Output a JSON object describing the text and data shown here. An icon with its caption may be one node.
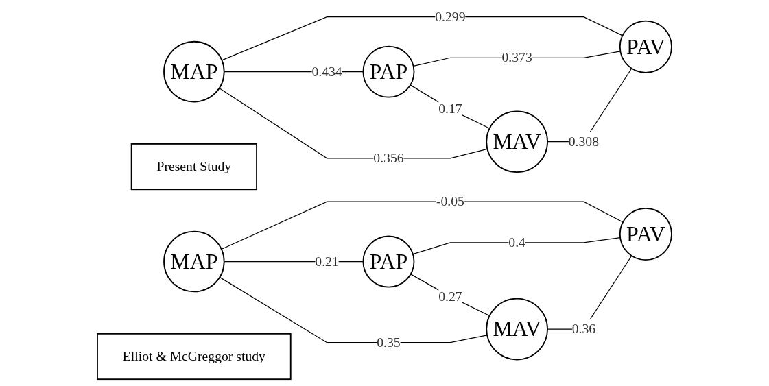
{
  "diagram": {
    "nodes": [
      {
        "text": [
          "MAP"
        ]
      },
      {
        "text": [
          "PAP"
        ]
      },
      {
        "text": [
          "MAV"
        ]
      },
      {
        "text": [
          "PAV"
        ]
      },
      {
        "text": [
          "Present Study"
        ]
      },
      {
        "text": [
          "MAP"
        ]
      },
      {
        "text": [
          "PAP"
        ]
      },
      {
        "text": [
          "MAV"
        ]
      },
      {
        "text": [
          "PAV"
        ]
      },
      {
        "text": [
          "Elliot & McGreggor study"
        ]
      }
    ],
    "edges": [
      {
        "from": 0,
        "to": 1,
        "arrow": "none",
        "label": "0.434"
      },
      {
        "from": 0,
        "to": 3,
        "arrow": "none",
        "label": "0.299"
      },
      {
        "from": 1,
        "to": 2,
        "arrow": "none",
        "label": "0.17"
      },
      {
        "from": 0,
        "to": 2,
        "arrow": "none",
        "label": "0.356"
      },
      {
        "from": 1,
        "to": 3,
        "arrow": "none",
        "label": "0.373"
      },
      {
        "from": 2,
        "to": 3,
        "arrow": "none",
        "label": "0.308"
      },
      {
        "from": 5,
        "to": 6,
        "arrow": "none",
        "label": "0.21"
      },
      {
        "from": 5,
        "to": 8,
        "arrow": "none",
        "label": "-0.05"
      },
      {
        "from": 6,
        "to": 7,
        "arrow": "none",
        "label": "0.27"
      },
      {
        "from": 5,
        "to": 7,
        "arrow": "none",
        "label": "0.35"
      },
      {
        "from": 6,
        "to": 8,
        "arrow": "none",
        "label": "0.4"
      },
      {
        "from": 7,
        "to": 8,
        "arrow": "none",
        "label": "0.36"
      }
    ]
  }
}
